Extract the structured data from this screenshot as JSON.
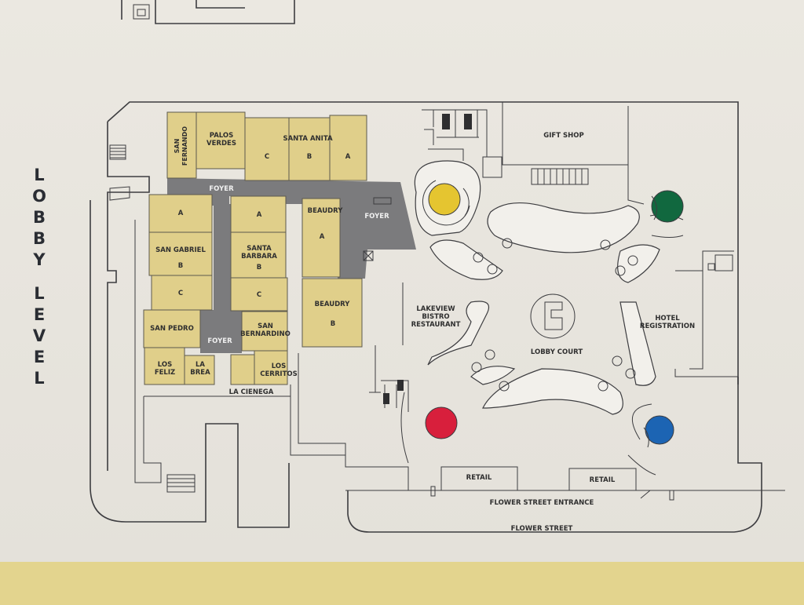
{
  "level_title": [
    "L",
    "O",
    "B",
    "B",
    "Y",
    "",
    "L",
    "E",
    "V",
    "E",
    "L"
  ],
  "meeting_rooms": {
    "san_fernando": "SAN\nFERNANDO",
    "palos_verdes": "PALOS\nVERDES",
    "santa_anita": "SANTA ANITA",
    "santa_anita_c": "C",
    "santa_anita_b": "B",
    "santa_anita_a": "A",
    "san_gabriel": "SAN GABRIEL",
    "san_gabriel_a": "A",
    "san_gabriel_b": "B",
    "san_gabriel_c": "C",
    "santa_barbara": "SANTA\nBARBARA",
    "santa_barbara_a": "A",
    "santa_barbara_b": "B",
    "santa_barbara_c": "C",
    "beaudry_a_name": "BEAUDRY",
    "beaudry_a_letter": "A",
    "beaudry_b_name": "BEAUDRY",
    "beaudry_b_letter": "B",
    "san_pedro": "SAN PEDRO",
    "san_bernardino": "SAN\nBERNARDINO",
    "los_feliz": "LOS\nFELIZ",
    "la_brea": "LA\nBREA",
    "los_cerritos": "LOS\nCERRITOS",
    "la_cienega": "LA CIENEGA"
  },
  "foyers": {
    "foyer_top": "FOYER",
    "foyer_right": "FOYER",
    "foyer_bottom": "FOYER"
  },
  "venues": {
    "gift_shop": "GIFT SHOP",
    "lakeview": "LAKEVIEW\nBISTRO\nRESTAURANT",
    "lobby_court": "LOBBY COURT",
    "hotel_registration": "HOTEL\nREGISTRATION",
    "retail_left": "RETAIL",
    "retail_right": "RETAIL",
    "flower_street_entrance": "FLOWER STREET ENTRANCE",
    "flower_street": "FLOWER STREET"
  },
  "colors": {
    "room_fill": "#e0cf8a",
    "foyer_fill": "#7b7b7d",
    "elevator_yellow": "#e5c530",
    "elevator_green": "#11683f",
    "elevator_red": "#d81f3c",
    "elevator_blue": "#1c64b3"
  }
}
